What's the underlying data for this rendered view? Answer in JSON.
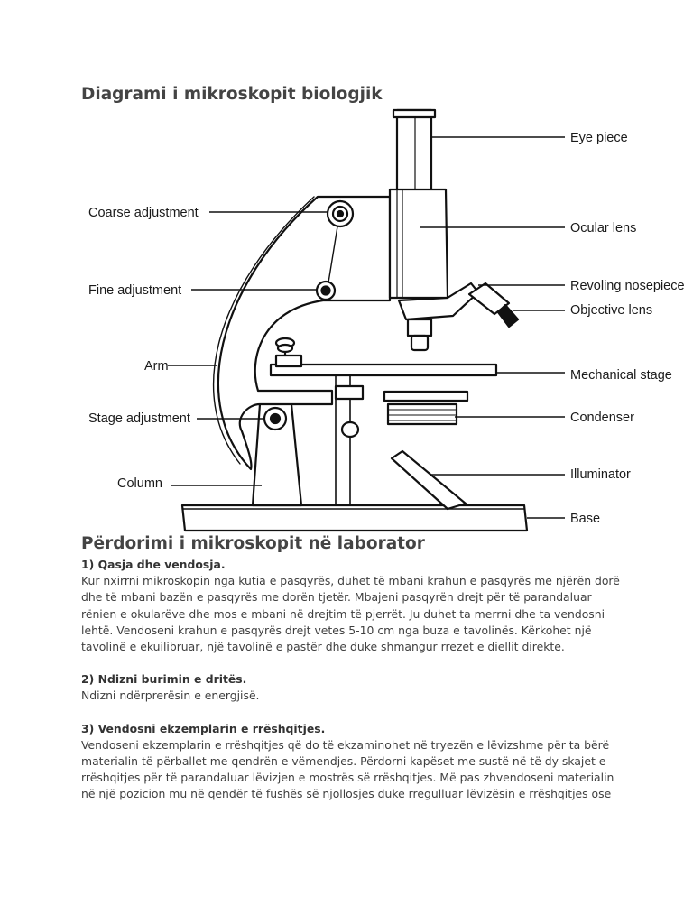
{
  "page_title": "Diagrami i mikroskopit biologjik",
  "diagram": {
    "labels_left": {
      "coarse_adjustment": "Coarse adjustment",
      "fine_adjustment": "Fine adjustment",
      "arm": "Arm",
      "stage_adjustment": "Stage adjustment",
      "column": "Column"
    },
    "labels_right": {
      "eye_piece": "Eye piece",
      "ocular_lens": "Ocular lens",
      "revolving_nosepiece": "Revoling nosepiece",
      "objective_lens": "Objective lens",
      "mechanical_stage": "Mechanical stage",
      "condenser": "Condenser",
      "illuminator": "Illuminator",
      "base": "Base"
    }
  },
  "section_title": "Përdorimi i mikroskopit në laborator",
  "sections": [
    {
      "heading": "1) Qasja dhe vendosja.",
      "body": "Kur nxirrni mikroskopin nga kutia e pasqyrës, duhet të mbani krahun e pasqyrës me njërën dorë dhe të mbani bazën e pasqyrës me dorën tjetër. Mbajeni pasqyrën drejt për të parandaluar rënien e okularëve dhe mos e mbani në drejtim të pjerrët. Ju duhet ta merrni dhe ta vendosni lehtë. Vendoseni krahun e pasqyrës drejt vetes 5-10 cm nga buza e tavolinës. Kërkohet një tavolinë e ekuilibruar, një tavolinë e pastër dhe duke shmangur rrezet e diellit direkte."
    },
    {
      "heading": "2) Ndizni burimin e dritës.",
      "body": "Ndizni ndërprerësin e energjisë."
    },
    {
      "heading": "3) Vendosni ekzemplarin e rrëshqitjes.",
      "body": "Vendoseni ekzemplarin e rrëshqitjes që do të ekzaminohet në tryezën e lëvizshme për ta bërë materialin të përballet me qendrën e vëmendjes. Përdorni kapëset me sustë në të dy skajet e rrëshqitjes për të parandaluar lëvizjen e mostrës së rrëshqitjes. Më pas zhvendoseni materialin në një pozicion mu në qendër të fushës së njollosjes duke rregulluar lëvizësin e rrëshqitjes ose"
    }
  ]
}
